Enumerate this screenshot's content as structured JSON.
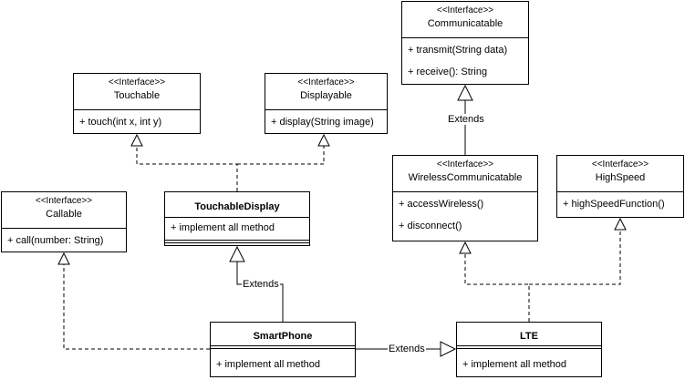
{
  "interfaces": {
    "communicatable": {
      "stereotype": "<<Interface>>",
      "name": "Communicatable",
      "methods": [
        "+ transmit(String data)",
        "+ receive(): String"
      ]
    },
    "touchable": {
      "stereotype": "<<Interface>>",
      "name": "Touchable",
      "methods": [
        "+ touch(int x, int y)"
      ]
    },
    "displayable": {
      "stereotype": "<<Interface>>",
      "name": "Displayable",
      "methods": [
        "+ display(String image)"
      ]
    },
    "wireless": {
      "stereotype": "<<Interface>>",
      "name": "WirelessCommunicatable",
      "methods": [
        "+ accessWireless()",
        "+ disconnect()"
      ]
    },
    "highspeed": {
      "stereotype": "<<Interface>>",
      "name": "HighSpeed",
      "methods": [
        "+ highSpeedFunction()"
      ]
    },
    "callable": {
      "stereotype": "<<Interface>>",
      "name": "Callable",
      "methods": [
        "+ call(number: String)"
      ]
    }
  },
  "classes": {
    "touchdisplay": {
      "name": "TouchableDisplay",
      "methods": [
        "+ implement all method"
      ]
    },
    "smartphone": {
      "name": "SmartPhone",
      "methods": [
        "+ implement all method"
      ]
    },
    "lte": {
      "name": "LTE",
      "methods": [
        "+ implement all method"
      ]
    }
  },
  "labels": {
    "extends_comm": "Extends",
    "extends_td": "Extends",
    "extends_sp": "Extends"
  }
}
